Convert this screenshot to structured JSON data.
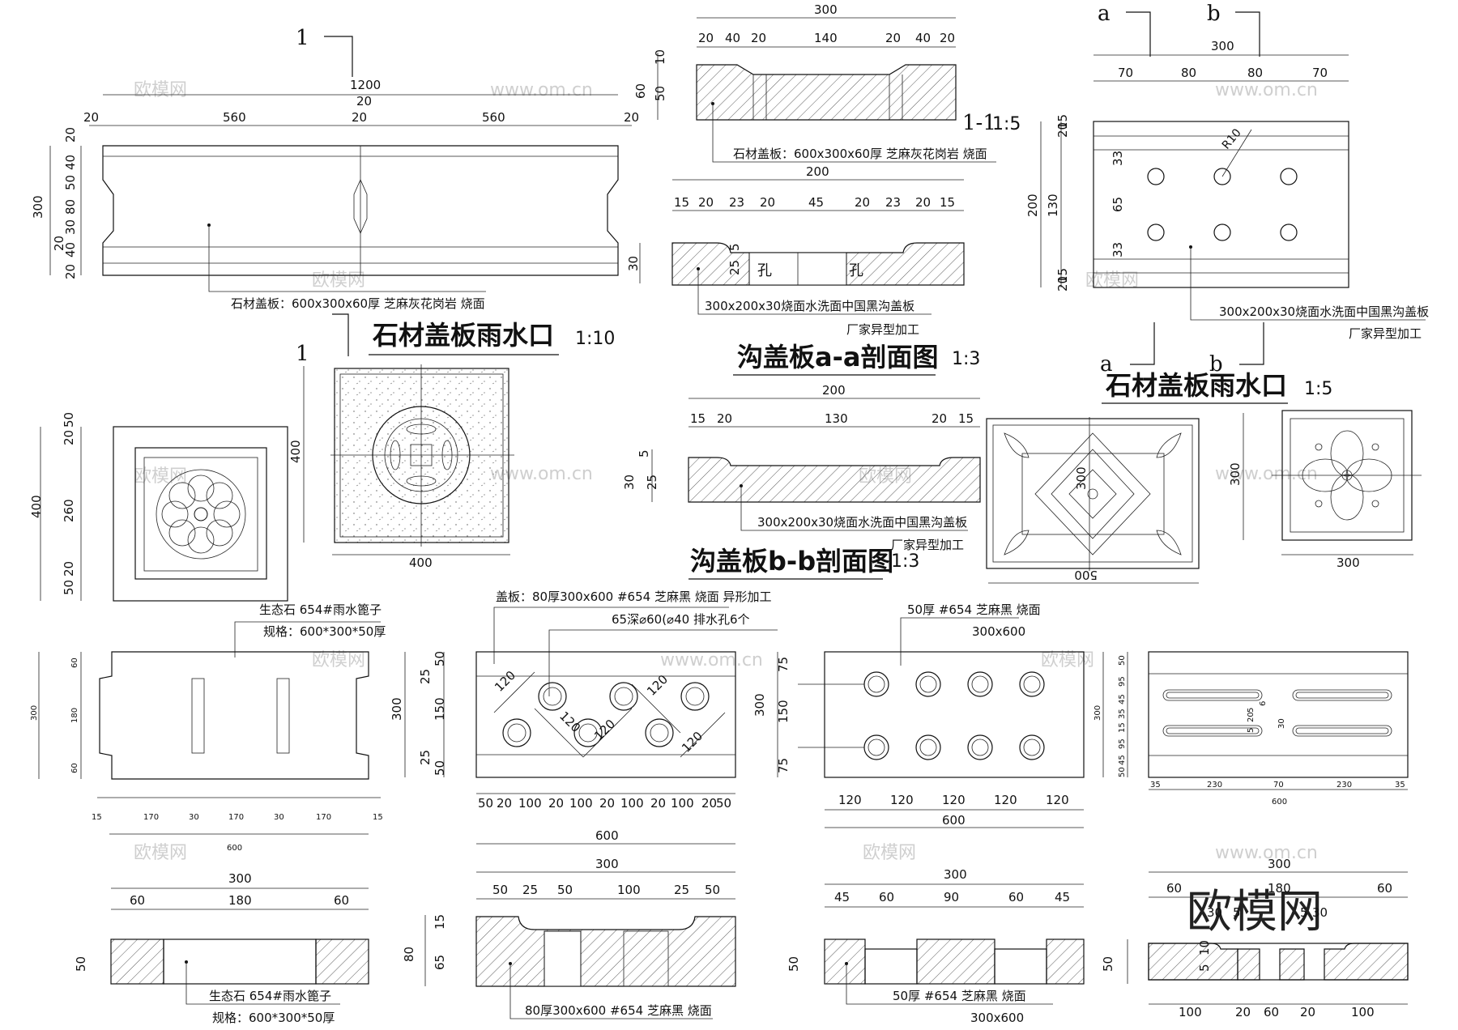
{
  "watermark": {
    "cn": "欧模网",
    "url": "www.om.cn",
    "logo": "欧模网"
  },
  "section_marks": {
    "one": "1",
    "a": "a",
    "b": "b"
  },
  "panel_plan": {
    "title": "石材盖板雨水口",
    "scale": "1:10",
    "total": "1200",
    "top_dims": [
      "20",
      "20",
      "560",
      "20",
      "560",
      "20"
    ],
    "left_total": "300",
    "left_dims": [
      "20",
      "40",
      "50",
      "80",
      "30",
      "20",
      "40",
      "20"
    ],
    "note": "石材盖板：600x300x60厚 芝麻灰花岗岩 烧面"
  },
  "sec_11": {
    "label": "1-1",
    "scale": "1:5",
    "total": "300",
    "dims": [
      "20",
      "40",
      "20",
      "140",
      "20",
      "40",
      "20"
    ],
    "left": [
      "10",
      "60",
      "50"
    ],
    "note": "石材盖板：600x300x60厚 芝麻灰花岗岩 烧面"
  },
  "sec_aa": {
    "title": "沟盖板a-a剖面图",
    "scale": "1:3",
    "total": "200",
    "dims": [
      "15",
      "20",
      "23",
      "20",
      "45",
      "20",
      "23",
      "20",
      "15"
    ],
    "left": [
      "5",
      "25",
      "30"
    ],
    "holes": [
      "孔",
      "孔"
    ],
    "note": "300x200x30烧面水洗面中国黑沟盖板",
    "note2": "厂家异型加工"
  },
  "plan_ab": {
    "title": "石材盖板雨水口",
    "scale": "1:5",
    "total": "300",
    "dims": [
      "70",
      "80",
      "80",
      "70"
    ],
    "left": [
      "20",
      "15",
      "33",
      "65",
      "33",
      "15",
      "20",
      "130",
      "200"
    ],
    "radius": "R10",
    "note": "300x200x30烧面水洗面中国黑沟盖板",
    "note2": "厂家异型加工"
  },
  "sec_bb": {
    "title": "沟盖板b-b剖面图",
    "scale": "1:3",
    "total": "200",
    "dims": [
      "15",
      "20",
      "130",
      "20",
      "15"
    ],
    "left": [
      "5",
      "30",
      "25"
    ],
    "note": "300x200x30烧面水洗面中国黑沟盖板",
    "note2": "厂家异型加工"
  },
  "square_panels": {
    "p1": {
      "left": [
        "20",
        "50",
        "260",
        "20",
        "50",
        "400"
      ]
    },
    "p2": {
      "left": "400",
      "bottom": "400"
    },
    "p3": {
      "right": "300",
      "bottom": "500"
    },
    "p4": {
      "left": "300",
      "bottom": "300"
    }
  },
  "grate1": {
    "label": "生态石 654#雨水篦子",
    "spec": "规格：600*300*50厚",
    "left": [
      "300",
      "60",
      "180",
      "60"
    ],
    "bottom": [
      "15",
      "170",
      "30",
      "170",
      "30",
      "170",
      "15"
    ],
    "total": "600",
    "sec_total": "300",
    "sec_dims": [
      "60",
      "180",
      "60"
    ],
    "sec_h": "50",
    "sec_note": "生态石 654#雨水篦子",
    "sec_spec": "规格：600*300*50厚"
  },
  "grate2": {
    "note1": "盖板：80厚300x600 #654 芝麻黑 烧面 异形加工",
    "note2": "65深⌀60(⌀40 排水孔6个",
    "left": [
      "25",
      "50",
      "150",
      "25",
      "50",
      "300"
    ],
    "spacing": [
      "120",
      "120",
      "120",
      "120",
      "120"
    ],
    "bottom": [
      "50",
      "20",
      "100",
      "20",
      "100",
      "20",
      "100",
      "20",
      "100",
      "20",
      "50"
    ],
    "total": "600",
    "sec_total": "300",
    "sec_dims": [
      "50",
      "25",
      "50",
      "100",
      "25",
      "50"
    ],
    "sec_left": [
      "15",
      "80",
      "65"
    ],
    "sec_note": "80厚300x600 #654 芝麻黑 烧面"
  },
  "grate3": {
    "note1": "50厚 #654 芝麻黑 烧面",
    "note2": "300x600",
    "left": [
      "75",
      "150",
      "75",
      "300"
    ],
    "bottom": [
      "120",
      "120",
      "120",
      "120",
      "120"
    ],
    "total": "600",
    "sec_total": "300",
    "sec_dims": [
      "45",
      "60",
      "90",
      "60",
      "45"
    ],
    "sec_h": "50",
    "sec_note1": "50厚 #654 芝麻黑 烧面",
    "sec_note2": "300x600"
  },
  "grate4": {
    "left": [
      "50",
      "95",
      "45",
      "35",
      "15",
      "95",
      "45",
      "50",
      "300"
    ],
    "inner": [
      "5",
      "20",
      "5",
      "30",
      "6"
    ],
    "bottom": [
      "35",
      "230",
      "70",
      "230",
      "35"
    ],
    "total": "600",
    "sec_total": "300",
    "sec_dims": [
      "60",
      "180",
      "60"
    ],
    "sec_inner": [
      "30",
      "5",
      "30",
      "5"
    ],
    "sec_left": [
      "10",
      "5",
      "50"
    ],
    "sec_bottom": [
      "100",
      "20",
      "60",
      "20",
      "100"
    ]
  }
}
